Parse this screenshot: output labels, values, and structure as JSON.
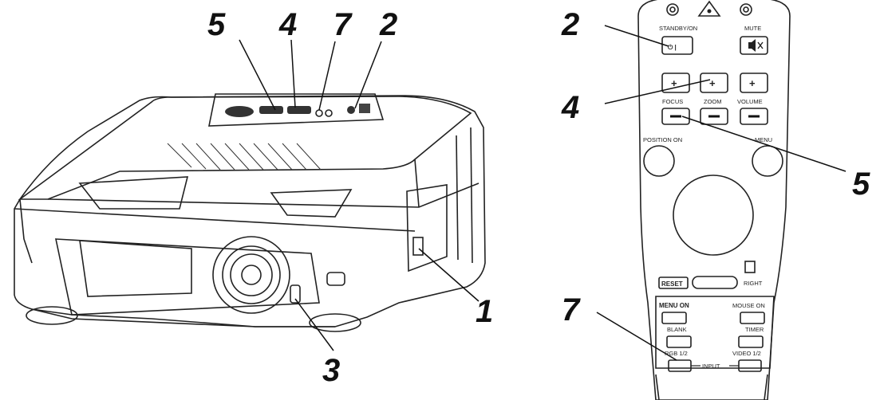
{
  "callouts": {
    "projector_5": "5",
    "projector_4": "4",
    "projector_7": "7",
    "projector_2": "2",
    "projector_1": "1",
    "projector_3": "3",
    "remote_2": "2",
    "remote_4": "4",
    "remote_5": "5",
    "remote_7": "7"
  },
  "remote": {
    "standby_on": "STANDBY/ON",
    "standby_symbol": "⏻ |",
    "mute": "MUTE",
    "focus": "FOCUS",
    "zoom": "ZOOM",
    "volume": "VOLUME",
    "position_on": "POSITION ON",
    "menu": "MENU",
    "reset": "RESET",
    "right": "RIGHT",
    "menu_on": "MENU ON",
    "mouse_on": "MOUSE ON",
    "blank": "BLANK",
    "timer": "TIMER",
    "rgb": "RGB 1/2",
    "video": "VIDEO 1/2",
    "input": "INPUT"
  }
}
